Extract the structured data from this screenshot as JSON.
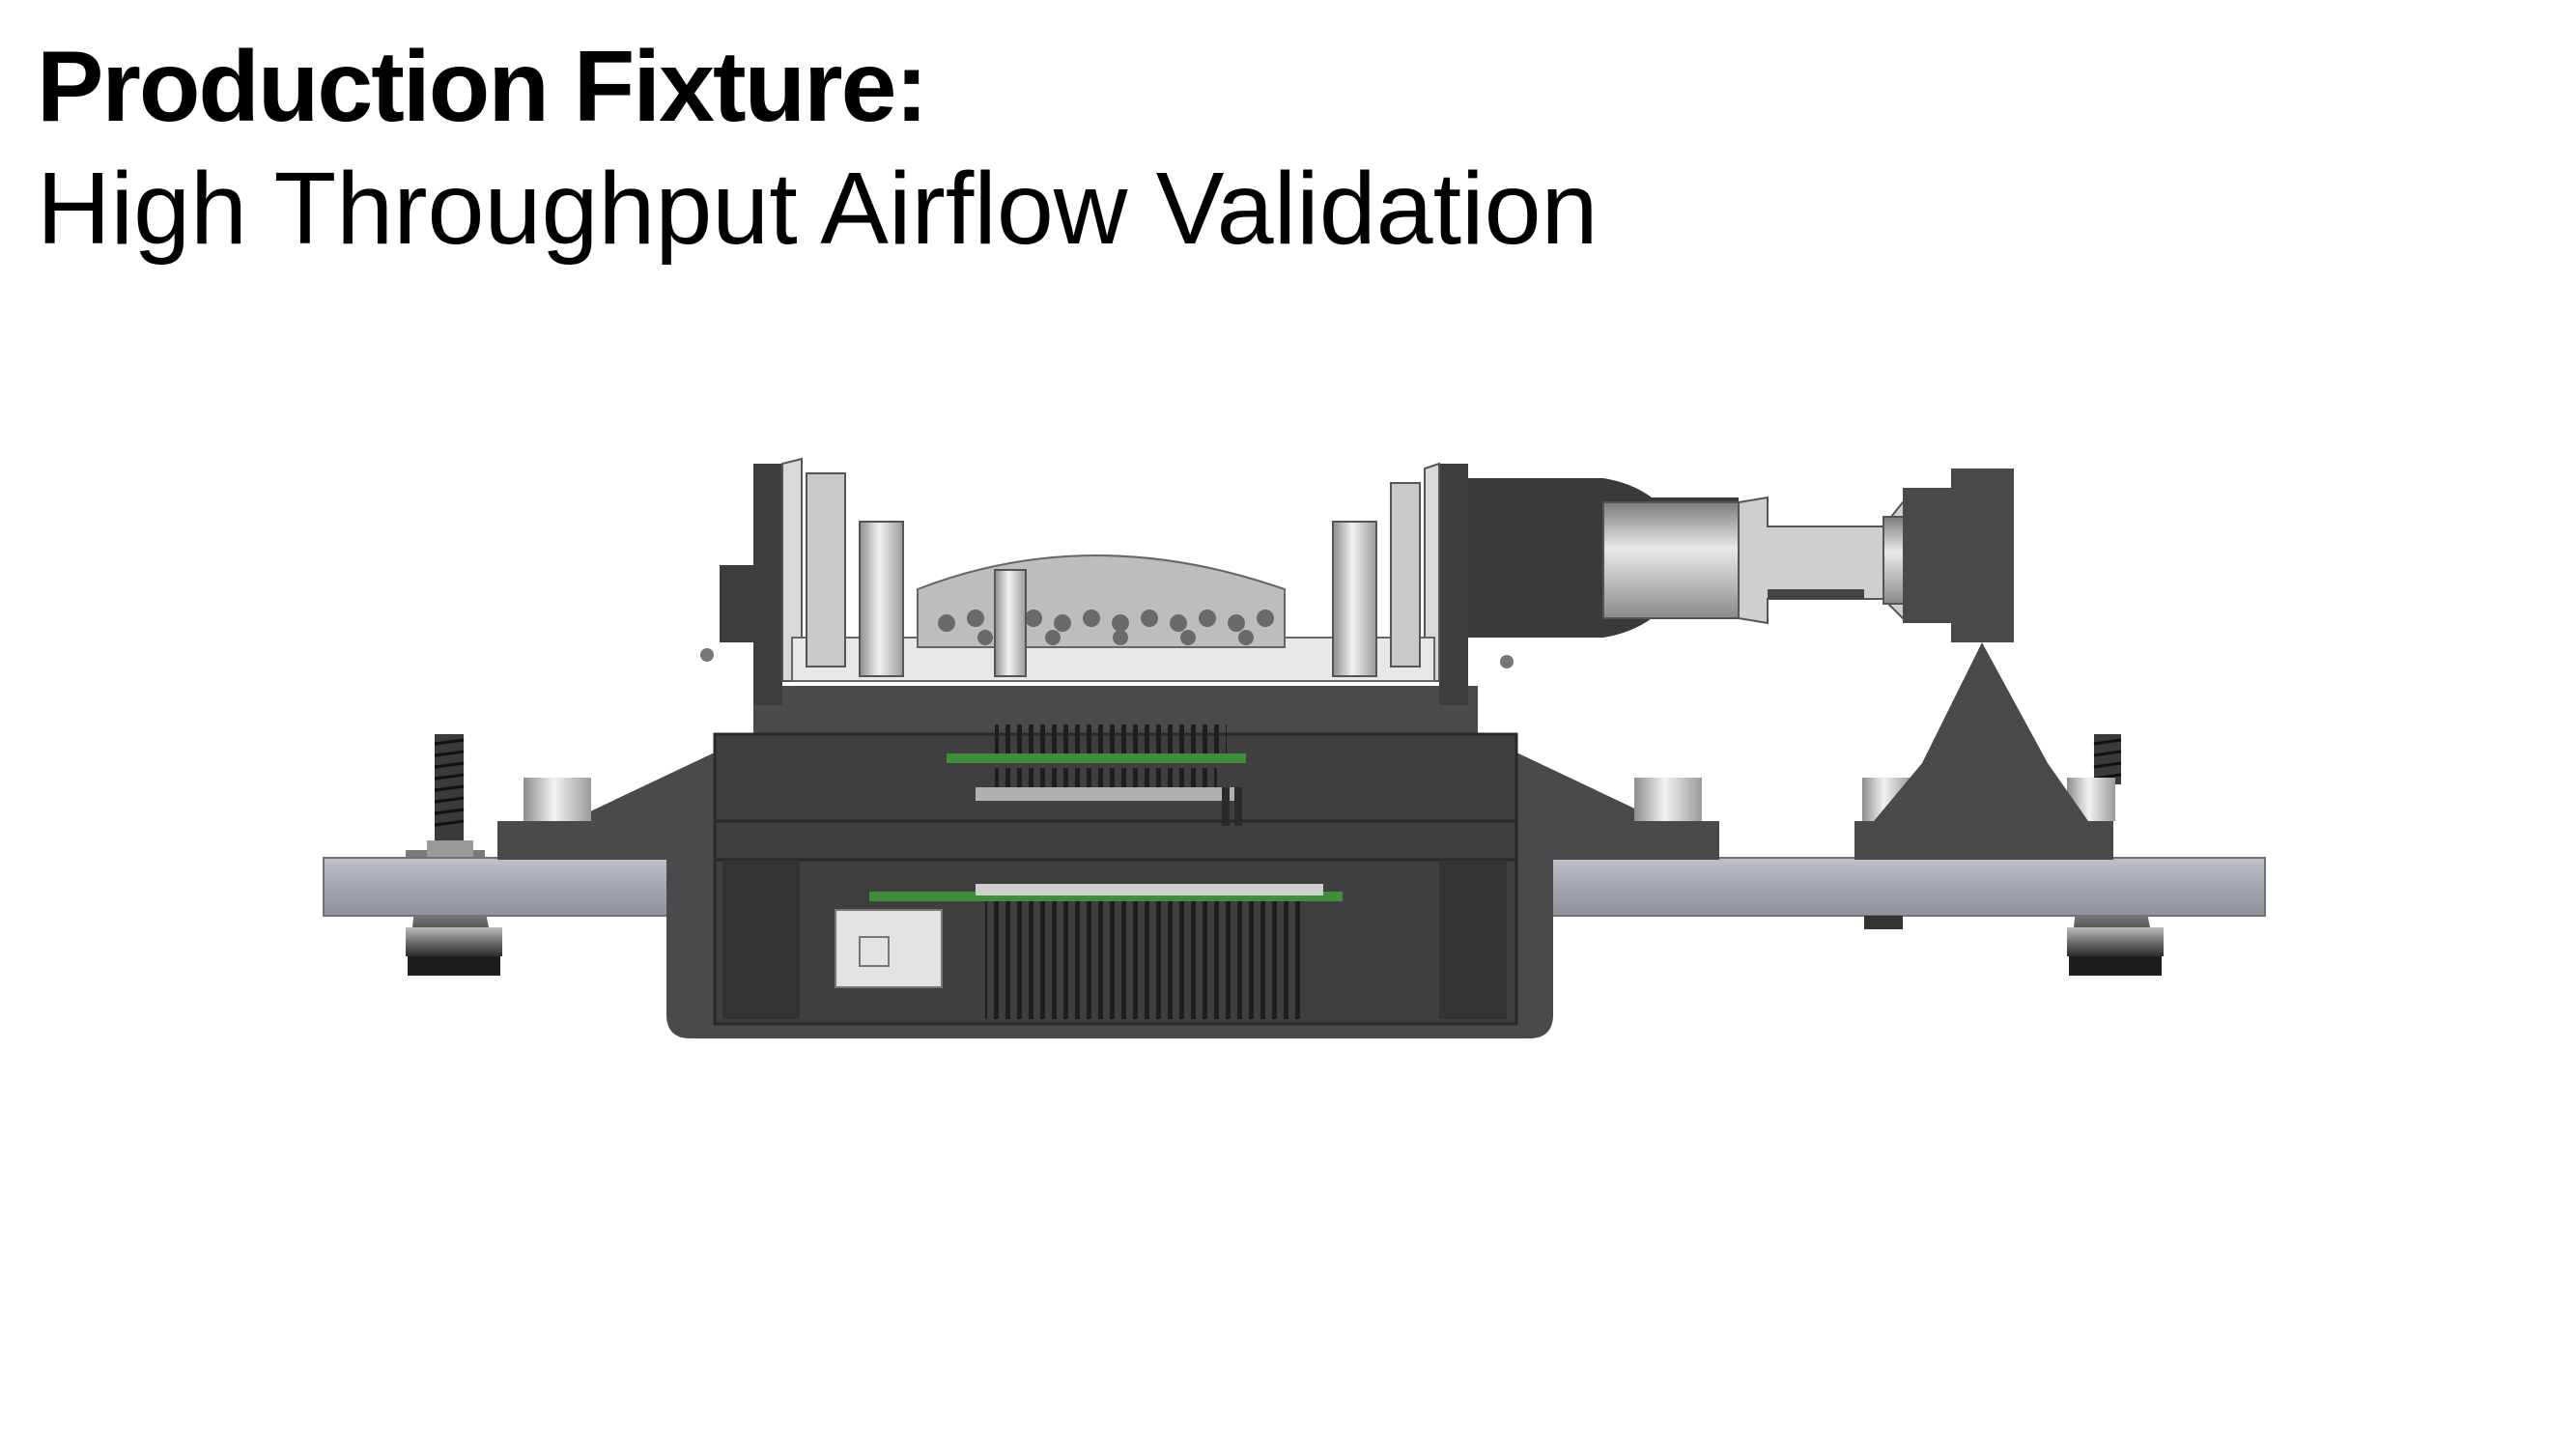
{
  "slide": {
    "title_bold": "Production Fixture:",
    "title_regular": "High Throughput Airflow Validation"
  },
  "figure": {
    "subject": "fixture-cad-render-side-view",
    "colors": {
      "body": "#4a4a4c",
      "body_dark": "#38383a",
      "plate": "#a9acb3",
      "plate_highlight": "#c9ccd2",
      "metal": "#cfcfcf",
      "pcb_green": "#3f8f3a",
      "connector": "#e3e3e6"
    }
  }
}
